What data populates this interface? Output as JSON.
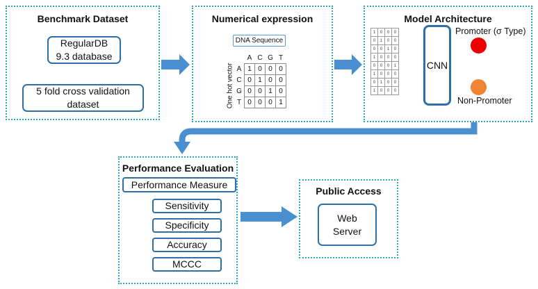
{
  "benchmark": {
    "title": "Benchmark Dataset",
    "database_line1": "RegularDB",
    "database_line2": "9.3 database",
    "cv_line1": "5 fold cross validation",
    "cv_line2": "dataset"
  },
  "numerical": {
    "title": "Numerical expression",
    "dna_label": "DNA Sequence",
    "vector_label": "One hot vector",
    "one_hot": {
      "columns": [
        "A",
        "C",
        "G",
        "T"
      ],
      "rows": [
        {
          "base": "A",
          "bits": [
            "1",
            "0",
            "0",
            "0"
          ]
        },
        {
          "base": "C",
          "bits": [
            "0",
            "1",
            "0",
            "0"
          ]
        },
        {
          "base": "G",
          "bits": [
            "0",
            "0",
            "1",
            "0"
          ]
        },
        {
          "base": "T",
          "bits": [
            "0",
            "0",
            "0",
            "1"
          ]
        }
      ]
    }
  },
  "model": {
    "title": "Model Architecture",
    "cnn_label": "CNN",
    "promoter_label": "Promoter (σ Type)",
    "non_promoter_label": "Non-Promoter",
    "promoter_color": "#ee0000",
    "non_promoter_color": "#ef8533",
    "input_matrix": [
      [
        "1",
        "0",
        "0",
        "0"
      ],
      [
        "0",
        "1",
        "0",
        "0"
      ],
      [
        "0",
        "0",
        "1",
        "0"
      ],
      [
        "1",
        "0",
        "0",
        "0"
      ],
      [
        "0",
        "0",
        "0",
        "1"
      ],
      [
        "1",
        "0",
        "0",
        "0"
      ],
      [
        "0",
        "1",
        "0",
        "0"
      ],
      [
        "1",
        "0",
        "0",
        "0"
      ]
    ]
  },
  "performance": {
    "title": "Performance Evaluation",
    "measure_label": "Performance Measure",
    "metrics": [
      "Sensitivity",
      "Specificity",
      "Accuracy",
      "MCCC"
    ]
  },
  "public_access": {
    "title": "Public Access",
    "server_line1": "Web",
    "server_line2": "Server"
  },
  "colors": {
    "panel_border": "#2aa7b8",
    "box_border": "#2e6fa7",
    "arrow": "#4a90d0"
  }
}
